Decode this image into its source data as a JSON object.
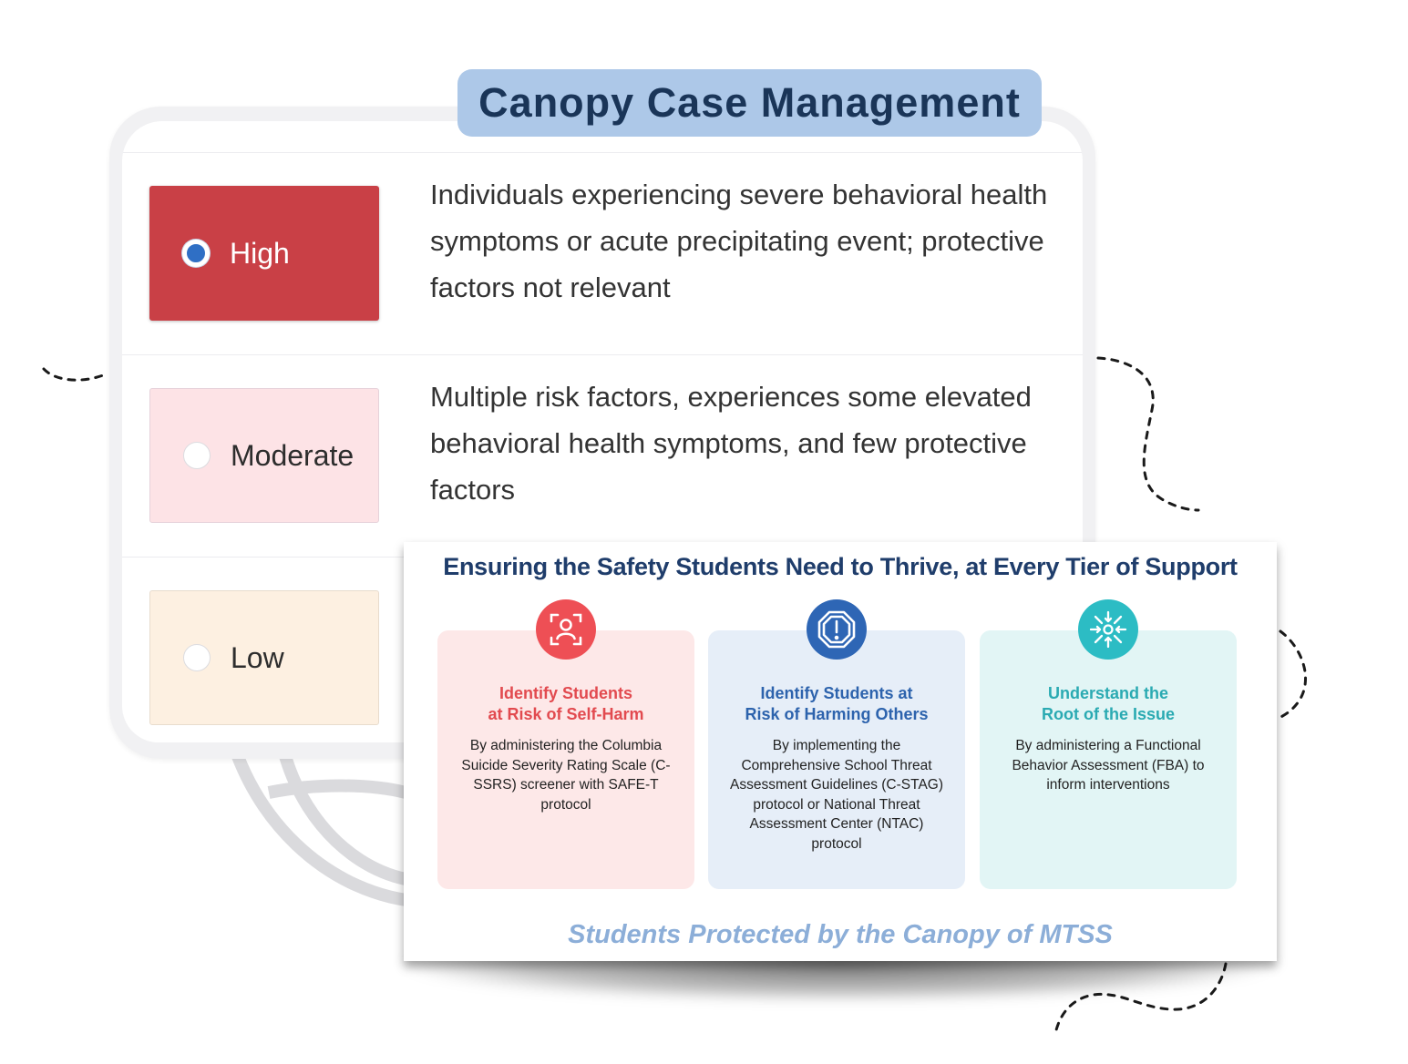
{
  "header": {
    "title": "Canopy Case Management"
  },
  "risk_levels": [
    {
      "label": "High",
      "selected": true,
      "color": "#c94046",
      "description": "Individuals experiencing severe behavioral health symptoms or acute precipitating event; protective factors not relevant"
    },
    {
      "label": "Moderate",
      "selected": false,
      "color": "#fde3e6",
      "description": "Multiple risk factors, experiences some elevated behavioral health symptoms, and few protective factors"
    },
    {
      "label": "Low",
      "selected": false,
      "color": "#fdf0e1",
      "description": ""
    }
  ],
  "panel": {
    "title": "Ensuring the Safety Students Need to Thrive, at Every Tier of Support",
    "footer": "Students Protected by the Canopy of MTSS",
    "columns": [
      {
        "icon": "person-scan-icon",
        "color": "#ee4f55",
        "heading_line1": "Identify Students",
        "heading_line2": "at Risk of Self-Harm",
        "body": "By administering the Columbia Suicide Severity Rating Scale (C-SSRS) screener with SAFE-T protocol"
      },
      {
        "icon": "alert-octagon-icon",
        "color": "#2e66b5",
        "heading_line1": "Identify Students at",
        "heading_line2": "Risk of Harming Others",
        "body": "By implementing the Comprehensive School Threat Assessment Guidelines (C-STAG) protocol or National Threat Assessment Center (NTAC) protocol"
      },
      {
        "icon": "focus-arrows-icon",
        "color": "#2cbcc4",
        "heading_line1": "Understand the",
        "heading_line2": "Root of the Issue",
        "body": "By administering a Functional Behavior Assessment (FBA) to inform interventions"
      }
    ]
  }
}
